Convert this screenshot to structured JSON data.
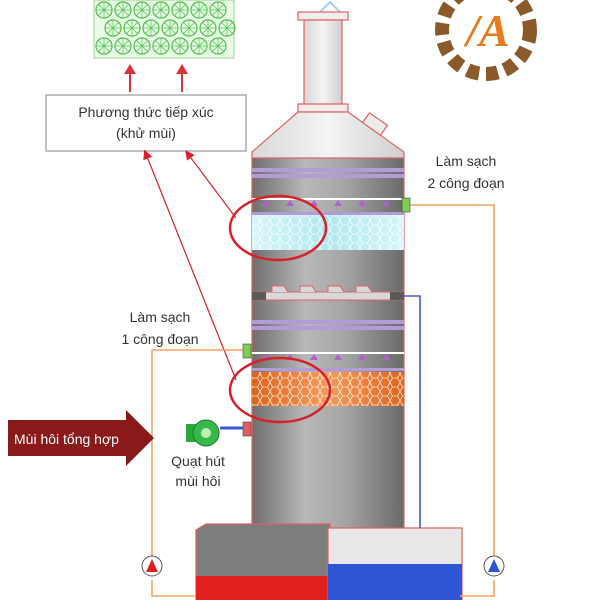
{
  "diagram": {
    "contact_method_line1": "Phương thức tiếp xúc",
    "contact_method_line2": "(khử mùi)",
    "stage2_line1": "Làm sạch",
    "stage2_line2": "2 công đoạn",
    "stage1_line1": "Làm sạch",
    "stage1_line2": "1 công đoạn",
    "input_label": "Mùi hôi tổng hợp",
    "fan_line1": "Quạt hút",
    "fan_line2": "mùi hôi"
  },
  "logo": {
    "text": "/A"
  },
  "colors": {
    "tower_gray": "#8c8c8c",
    "tower_outline": "#e06060",
    "media_cyan": "#bfeef2",
    "media_orange": "#f07a2a",
    "callout_red": "#d9202a",
    "pipe_orange": "#f2a35e",
    "pipe_blue": "#3a5bd0",
    "tank_red": "#e0201c",
    "tank_blue": "#2f55d4",
    "input_arrow": "#8a1a1a",
    "fan_green": "#38b84a",
    "logo_orange": "#e87a1e",
    "logo_brown": "#8a5a2a"
  }
}
